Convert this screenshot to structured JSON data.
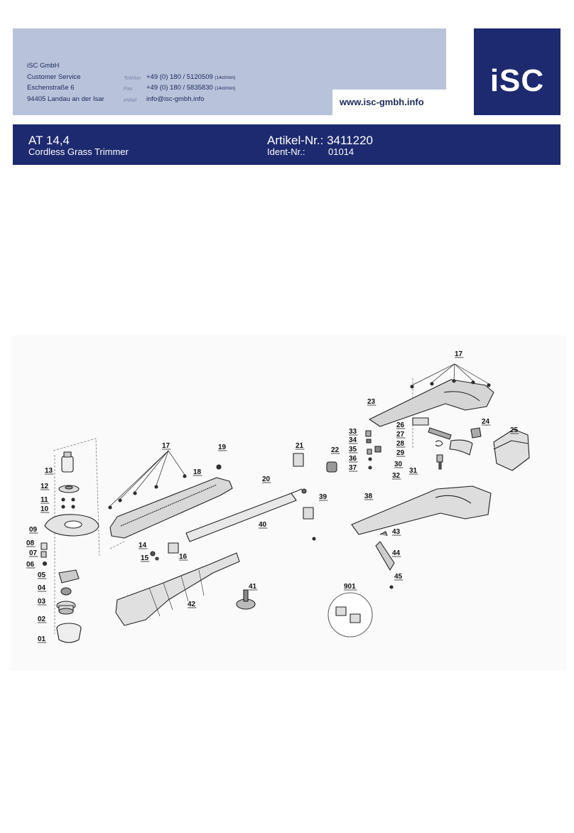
{
  "header": {
    "company": "iSC GmbH",
    "department": "Customer Service",
    "street": "Eschenstraße 6",
    "city": "94405 Landau an der Isar",
    "phone_label": "Telefon",
    "phone": "+49 (0) 180 / 5120509",
    "phone_rate": "(14ct/min)",
    "fax_label": "Fax",
    "fax": "+49 (0) 180 / 5835830",
    "fax_rate": "(14ct/min)",
    "email_label": "eMail",
    "email": "info@isc-gmbh.info",
    "website": "www.isc-gmbh.info",
    "logo_text": "iSC"
  },
  "title_bar": {
    "model": "AT 14,4",
    "product_name": "Cordless Grass Trimmer",
    "article_label": "Artikel-Nr.:",
    "article_number": "3411220",
    "ident_label": "Ident-Nr.:",
    "ident_number": "01014"
  },
  "diagram": {
    "part_numbers": [
      "01",
      "02",
      "03",
      "04",
      "05",
      "06",
      "07",
      "08",
      "09",
      "10",
      "11",
      "12",
      "13",
      "14",
      "15",
      "16",
      "17",
      "18",
      "19",
      "20",
      "21",
      "22",
      "23",
      "24",
      "25",
      "26",
      "27",
      "28",
      "29",
      "30",
      "31",
      "32",
      "33",
      "34",
      "35",
      "36",
      "37",
      "38",
      "39",
      "40",
      "41",
      "42",
      "43",
      "44",
      "45",
      "901"
    ]
  },
  "colors": {
    "header_light": "#b8c2da",
    "brand_dark": "#1d2a6f"
  }
}
